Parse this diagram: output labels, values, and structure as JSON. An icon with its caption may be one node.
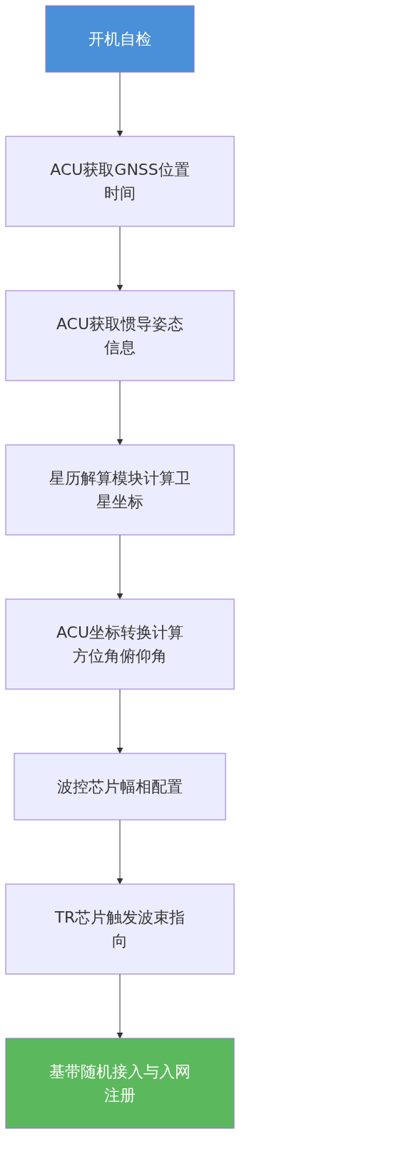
{
  "diagram": {
    "nodes": [
      {
        "text": [
          "开机自检"
        ]
      },
      {
        "text": [
          "ACU获取GNSS位置时间"
        ]
      },
      {
        "text": [
          "ACU获取惯导姿态信息"
        ]
      },
      {
        "text": [
          "星历解算模块计算卫星坐标"
        ]
      },
      {
        "text": [
          "ACU坐标转换计算方位角俯仰角"
        ]
      },
      {
        "text": [
          "波控芯片幅相配置"
        ]
      },
      {
        "text": [
          "TR芯片触发波束指向"
        ]
      },
      {
        "text": [
          "基带随机接入与入网注册"
        ]
      }
    ],
    "edges": [
      {
        "from": 0,
        "to": 1,
        "arrow": "to"
      },
      {
        "from": 1,
        "to": 2,
        "arrow": "to"
      },
      {
        "from": 2,
        "to": 3,
        "arrow": "to"
      },
      {
        "from": 3,
        "to": 4,
        "arrow": "to"
      },
      {
        "from": 4,
        "to": 5,
        "arrow": "to"
      },
      {
        "from": 5,
        "to": 6,
        "arrow": "to"
      },
      {
        "from": 6,
        "to": 7,
        "arrow": "to"
      }
    ]
  }
}
